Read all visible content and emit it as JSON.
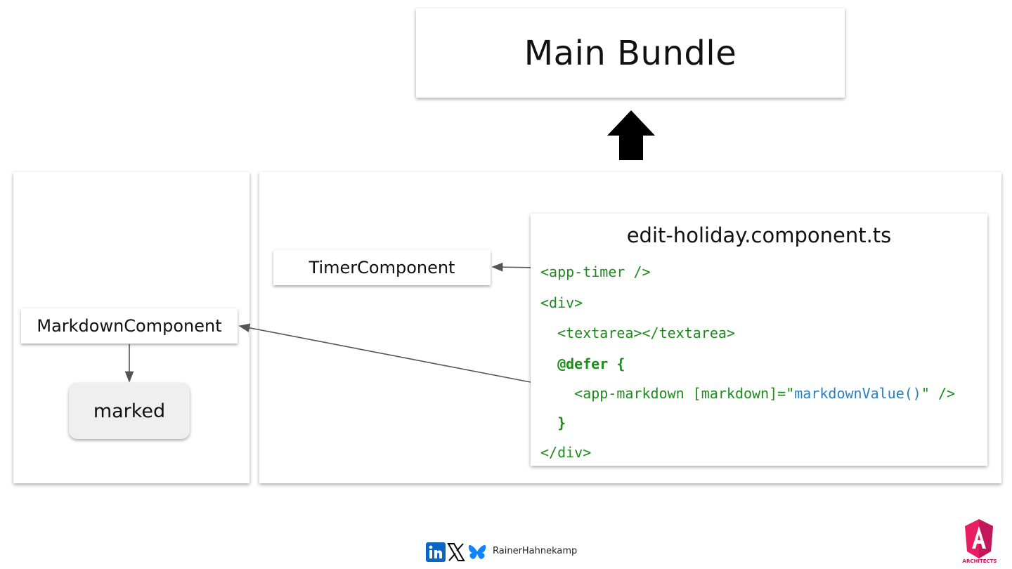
{
  "main_bundle": {
    "label": "Main Bundle"
  },
  "left_panel": {
    "markdown_component": "MarkdownComponent",
    "marked": "marked"
  },
  "right_panel": {
    "timer_component": "TimerComponent",
    "code_card": {
      "title": "edit-holiday.component.ts",
      "lines": {
        "l1": "<app-timer />",
        "l2": "<div>",
        "l3": "  <textarea></textarea>",
        "l4": "  @defer {",
        "l5_prefix": "    <app-markdown [markdown]=\"",
        "l5_fn": "markdownValue()",
        "l5_suffix": "\" />",
        "l6": "  }",
        "l7": "</div>"
      }
    }
  },
  "footer": {
    "author": "RainerHahnekamp",
    "icons": [
      "linkedin-icon",
      "x-icon",
      "bluesky-icon"
    ],
    "logo_text": "ARCHITECTS"
  },
  "colors": {
    "code_green": "#1e8a1e",
    "code_blue": "#2a7fbf",
    "marked_bg": "#efefef",
    "logo_pink": "#e91e63"
  }
}
